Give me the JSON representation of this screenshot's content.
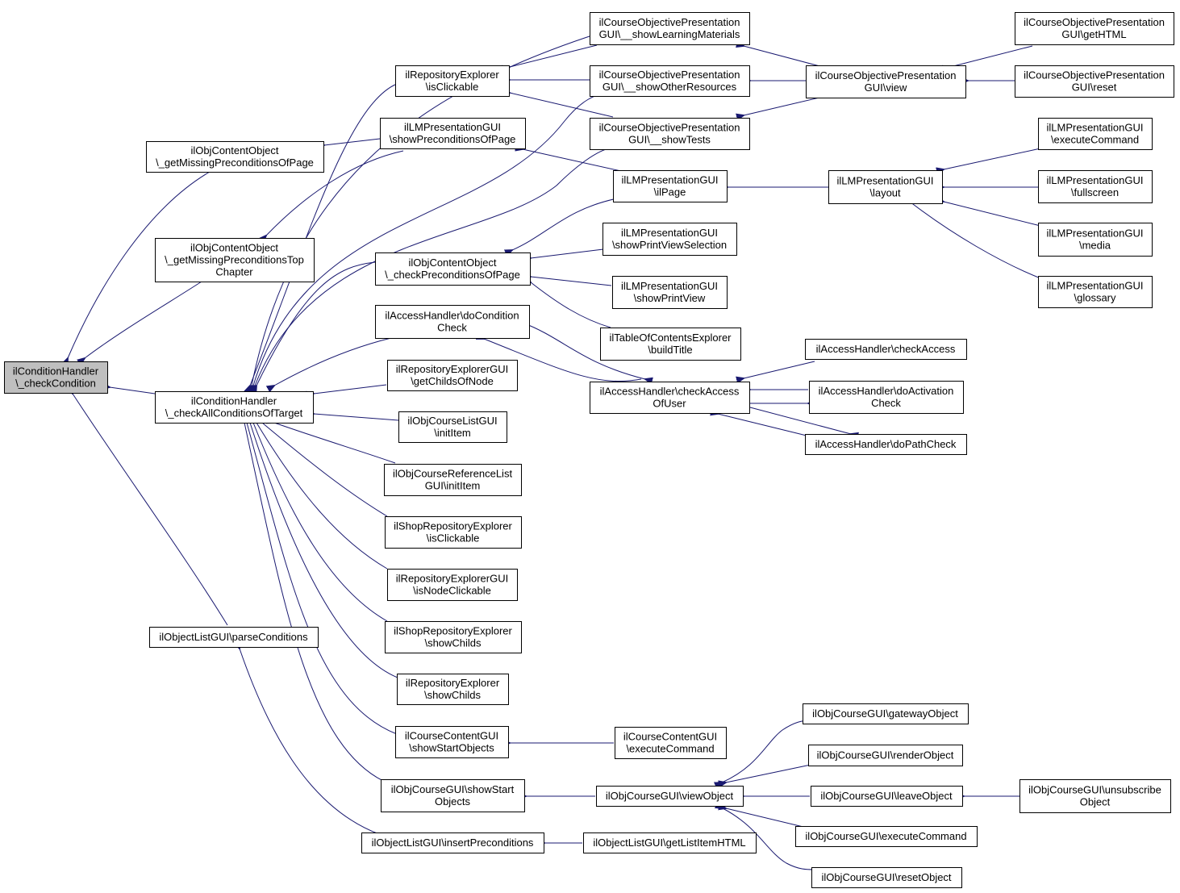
{
  "nodes": [
    {
      "id": "n0",
      "lines": [
        "ilConditionHandler",
        "\\_checkCondition"
      ]
    },
    {
      "id": "n1",
      "lines": [
        "ilObjContentObject",
        "\\_getMissingPreconditionsOfPage"
      ]
    },
    {
      "id": "n2",
      "lines": [
        "ilObjContentObject",
        "\\_getMissingPreconditionsTop",
        "Chapter"
      ]
    },
    {
      "id": "n3",
      "lines": [
        "ilConditionHandler",
        "\\_checkAllConditionsOfTarget"
      ]
    },
    {
      "id": "n4",
      "lines": [
        "ilObjectListGUI\\parseConditions"
      ]
    },
    {
      "id": "n5",
      "lines": [
        "ilRepositoryExplorer",
        "\\isClickable"
      ]
    },
    {
      "id": "n6",
      "lines": [
        "ilLMPresentationGUI",
        "\\showPreconditionsOfPage"
      ]
    },
    {
      "id": "n7",
      "lines": [
        "ilObjContentObject",
        "\\_checkPreconditionsOfPage"
      ]
    },
    {
      "id": "n8",
      "lines": [
        "ilAccessHandler\\doCondition",
        "Check"
      ]
    },
    {
      "id": "n9",
      "lines": [
        "ilRepositoryExplorerGUI",
        "\\getChildsOfNode"
      ]
    },
    {
      "id": "n10",
      "lines": [
        "ilObjCourseListGUI",
        "\\initItem"
      ]
    },
    {
      "id": "n11",
      "lines": [
        "ilObjCourseReferenceList",
        "GUI\\initItem"
      ]
    },
    {
      "id": "n12",
      "lines": [
        "ilShopRepositoryExplorer",
        "\\isClickable"
      ]
    },
    {
      "id": "n13",
      "lines": [
        "ilRepositoryExplorerGUI",
        "\\isNodeClickable"
      ]
    },
    {
      "id": "n14",
      "lines": [
        "ilShopRepositoryExplorer",
        "\\showChilds"
      ]
    },
    {
      "id": "n15",
      "lines": [
        "ilRepositoryExplorer",
        "\\showChilds"
      ]
    },
    {
      "id": "n16",
      "lines": [
        "ilCourseContentGUI",
        "\\showStartObjects"
      ]
    },
    {
      "id": "n17",
      "lines": [
        "ilObjCourseGUI\\showStart",
        "Objects"
      ]
    },
    {
      "id": "n18",
      "lines": [
        "ilObjectListGUI\\insertPreconditions"
      ]
    },
    {
      "id": "n19",
      "lines": [
        "ilCourseObjectivePresentation",
        "GUI\\__showLearningMaterials"
      ]
    },
    {
      "id": "n20",
      "lines": [
        "ilCourseObjectivePresentation",
        "GUI\\__showOtherResources"
      ]
    },
    {
      "id": "n21",
      "lines": [
        "ilCourseObjectivePresentation",
        "GUI\\__showTests"
      ]
    },
    {
      "id": "n22",
      "lines": [
        "ilLMPresentationGUI",
        "\\ilPage"
      ]
    },
    {
      "id": "n23",
      "lines": [
        "ilLMPresentationGUI",
        "\\showPrintViewSelection"
      ]
    },
    {
      "id": "n24",
      "lines": [
        "ilLMPresentationGUI",
        "\\showPrintView"
      ]
    },
    {
      "id": "n25",
      "lines": [
        "ilTableOfContentsExplorer",
        "\\buildTitle"
      ]
    },
    {
      "id": "n26",
      "lines": [
        "ilAccessHandler\\checkAccess",
        "OfUser"
      ]
    },
    {
      "id": "n27",
      "lines": [
        "ilCourseContentGUI",
        "\\executeCommand"
      ]
    },
    {
      "id": "n28",
      "lines": [
        "ilObjCourseGUI\\viewObject"
      ]
    },
    {
      "id": "n29",
      "lines": [
        "ilObjectListGUI\\getListItemHTML"
      ]
    },
    {
      "id": "n30",
      "lines": [
        "ilCourseObjectivePresentation",
        "GUI\\view"
      ]
    },
    {
      "id": "n31",
      "lines": [
        "ilLMPresentationGUI",
        "\\layout"
      ]
    },
    {
      "id": "n32",
      "lines": [
        "ilAccessHandler\\checkAccess"
      ]
    },
    {
      "id": "n33",
      "lines": [
        "ilAccessHandler\\doActivation",
        "Check"
      ]
    },
    {
      "id": "n34",
      "lines": [
        "ilAccessHandler\\doPathCheck"
      ]
    },
    {
      "id": "n35",
      "lines": [
        "ilObjCourseGUI\\gatewayObject"
      ]
    },
    {
      "id": "n36",
      "lines": [
        "ilObjCourseGUI\\renderObject"
      ]
    },
    {
      "id": "n37",
      "lines": [
        "ilObjCourseGUI\\leaveObject"
      ]
    },
    {
      "id": "n38",
      "lines": [
        "ilObjCourseGUI\\executeCommand"
      ]
    },
    {
      "id": "n39",
      "lines": [
        "ilObjCourseGUI\\resetObject"
      ]
    },
    {
      "id": "n40",
      "lines": [
        "ilCourseObjectivePresentation",
        "GUI\\getHTML"
      ]
    },
    {
      "id": "n41",
      "lines": [
        "ilCourseObjectivePresentation",
        "GUI\\reset"
      ]
    },
    {
      "id": "n42",
      "lines": [
        "ilLMPresentationGUI",
        "\\executeCommand"
      ]
    },
    {
      "id": "n43",
      "lines": [
        "ilLMPresentationGUI",
        "\\fullscreen"
      ]
    },
    {
      "id": "n44",
      "lines": [
        "ilLMPresentationGUI",
        "\\media"
      ]
    },
    {
      "id": "n45",
      "lines": [
        "ilLMPresentationGUI",
        "\\glossary"
      ]
    },
    {
      "id": "n46",
      "lines": [
        "ilObjCourseGUI\\unsubscribe",
        "Object"
      ]
    }
  ]
}
